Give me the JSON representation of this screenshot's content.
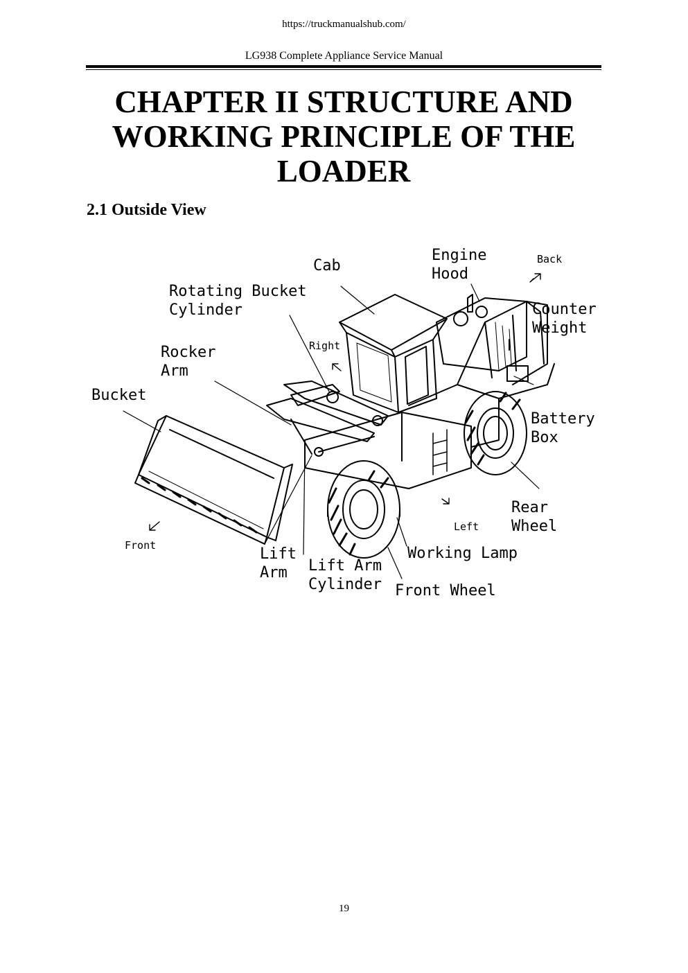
{
  "header": {
    "url": "https://truckmanualshub.com/",
    "manual_title": "LG938 Complete Appliance Service Manual"
  },
  "chapter": {
    "title": "CHAPTER II STRUCTURE AND WORKING PRINCIPLE OF THE LOADER"
  },
  "section": {
    "heading": "2.1 Outside View"
  },
  "figure": {
    "labels": {
      "cab": "Cab",
      "engine_hood": "Engine\nHood",
      "back": "Back",
      "rotating_bucket_cylinder": "Rotating Bucket\nCylinder",
      "counter_weight": "Counter\nWeight",
      "right": "Right",
      "rocker_arm": "Rocker\nArm",
      "bucket": "Bucket",
      "battery_box": "Battery\nBox",
      "rear_wheel": "Rear\nWheel",
      "left": "Left",
      "front": "Front",
      "working_lamp": "Working Lamp",
      "lift_arm": "Lift\nArm",
      "lift_arm_cylinder": "Lift Arm\nCylinder",
      "front_wheel": "Front Wheel"
    }
  },
  "footer": {
    "page_number": "19"
  }
}
